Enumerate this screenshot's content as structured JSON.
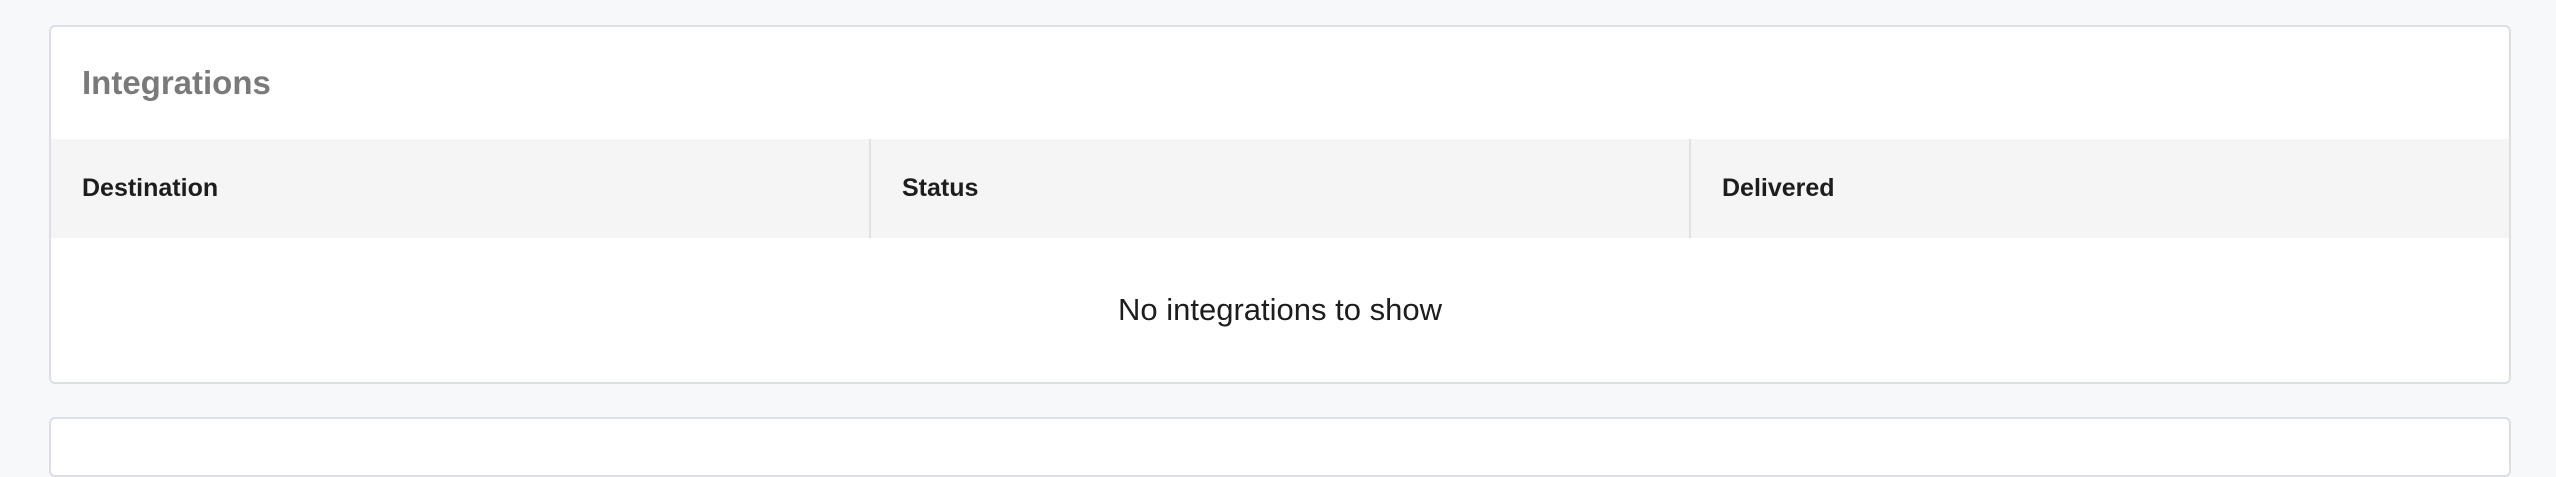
{
  "integrations": {
    "title": "Integrations",
    "columns": [
      "Destination",
      "Status",
      "Delivered"
    ],
    "empty_message": "No integrations to show"
  }
}
